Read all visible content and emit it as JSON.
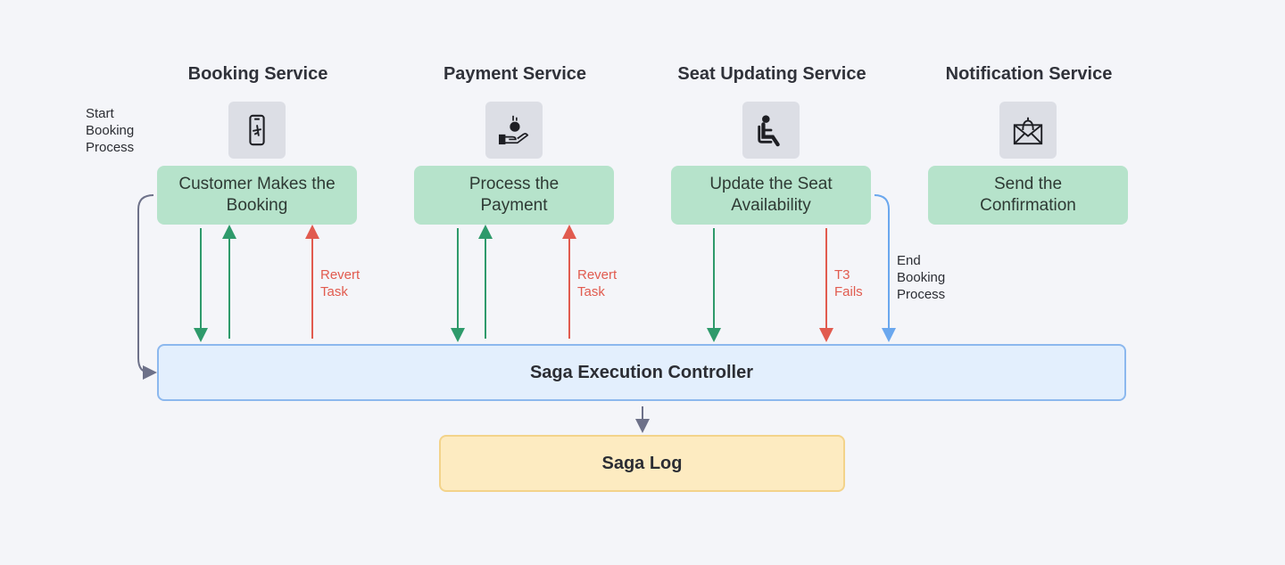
{
  "services": [
    {
      "title": "Booking Service",
      "icon": "phone-flight-icon",
      "task": "Customer Makes the Booking"
    },
    {
      "title": "Payment Service",
      "icon": "hand-coin-payment-icon",
      "task": "Process the Payment"
    },
    {
      "title": "Seat Updating Service",
      "icon": "seated-person-icon",
      "task": "Update the Seat Availability"
    },
    {
      "title": "Notification Service",
      "icon": "envelope-notification-icon",
      "task": "Send the Confirmation"
    }
  ],
  "notes": {
    "start": "Start Booking Process",
    "end": "End Booking Process",
    "revert1": "Revert Task",
    "revert2": "Revert Task",
    "t3fails": "T3 Fails"
  },
  "controller": {
    "label": "Saga Execution Controller"
  },
  "log": {
    "label": "Saga Log"
  },
  "colors": {
    "green_arrow": "#2e9a6b",
    "red_arrow": "#e15b4f",
    "blue_arrow": "#6aa7ee",
    "gray_arrow": "#6d7189",
    "task_fill": "#b6e3cb",
    "controller_fill": "#e3effd",
    "log_fill": "#fdebc1"
  }
}
